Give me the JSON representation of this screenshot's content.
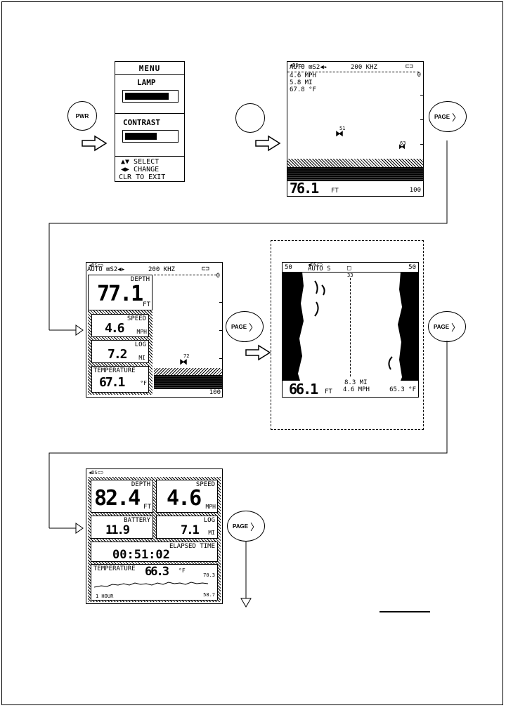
{
  "buttons": {
    "pwr": "PWR",
    "page": "PAGE",
    "page_chevron": "〉"
  },
  "menu": {
    "title": "MENU",
    "lamp_label": "LAMP",
    "contrast_label": "CONTRAST",
    "select_hint": "▲▼ SELECT",
    "change_hint": "◀▶ CHANGE",
    "exit_hint": "CLR TO EXIT"
  },
  "screen_sonar": {
    "status_top": "◀DS⊂⊃",
    "status_auto": "AUTO ⊠S2◀▸",
    "frequency": "200 KHZ",
    "speed": "4.6 MPH",
    "distance": "5.8 MI",
    "temperature": "67.8 °F",
    "top_scale": "0",
    "bottom_scale": "100",
    "fish1_depth": "51",
    "fish2_depth": "63",
    "depth_value": "76.1",
    "depth_unit": "FT"
  },
  "screen_split": {
    "status_top": "◀DS⊂⊃",
    "status_auto": "AUTO ⊠S2◀▸",
    "frequency": "200 KHZ",
    "top_scale": "0",
    "bottom_scale": "100",
    "fish_depth": "72",
    "depth_label": "DEPTH",
    "depth_value": "77.1",
    "depth_unit": "FT",
    "speed_label": "SPEED",
    "speed_value": "4.6",
    "speed_unit": "MPH",
    "log_label": "LOG",
    "log_value": "7.2",
    "log_unit": "MI",
    "temp_label": "TEMPERATURE",
    "temp_value": "67.1",
    "temp_unit": "°F"
  },
  "screen_sidescan": {
    "status_top": "◀DS⊂⊃",
    "status_auto": "AUTO S",
    "left_range": "50",
    "right_range": "50",
    "center_marker": "33",
    "depth_value": "66.1",
    "depth_unit": "FT",
    "distance": "8.3 MI",
    "speed": "4.6 MPH",
    "temperature": "65.3 °F"
  },
  "screen_digital": {
    "status_top": "◀DS⊂⊃",
    "depth_label": "DEPTH",
    "depth_value": "82.4",
    "depth_unit": "FT",
    "speed_label": "SPEED",
    "speed_value": "4.6",
    "speed_unit": "MPH",
    "battery_label": "BATTERY",
    "battery_value": "11.9",
    "log_label": "LOG",
    "log_value": "7.1",
    "log_unit": "MI",
    "elapsed_label": "ELAPSED TIME",
    "elapsed_value": "00:51:02",
    "temp_label": "TEMPERATURE",
    "temp_value": "66.3",
    "temp_unit": "°F",
    "temp_high": "70.3",
    "temp_low": "58.7",
    "time_span": "1 HOUR"
  },
  "colors": {
    "ink": "#000000",
    "paper": "#ffffff"
  }
}
